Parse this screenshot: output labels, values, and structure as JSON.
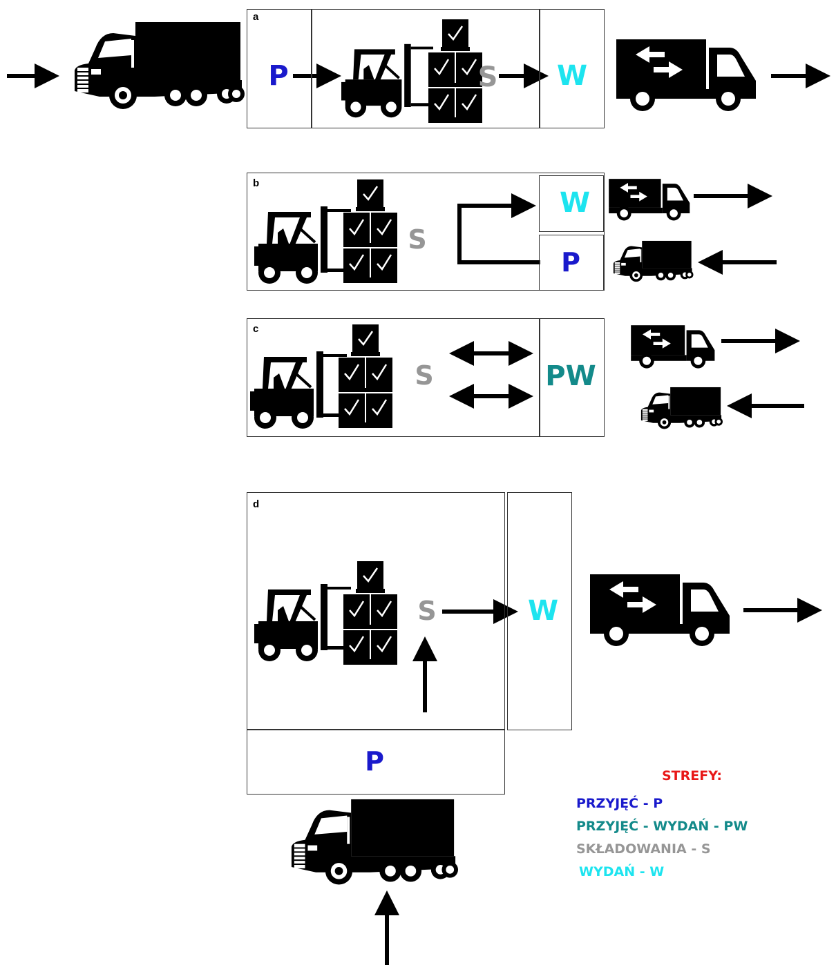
{
  "colors": {
    "przyjec": "#1a1acc",
    "przyjec_wydan": "#138a8a",
    "skladowania": "#969696",
    "wydan": "#1de4ef",
    "strefy": "#e81818",
    "ink": "#000000"
  },
  "icons": [
    "truck-icon",
    "van-icon",
    "forklift-icon",
    "pallet-stack-icon",
    "arrow-icon"
  ],
  "panels": {
    "a": {
      "label": "a",
      "p": "P",
      "s": "S",
      "w": "W"
    },
    "b": {
      "label": "b",
      "s": "S",
      "w": "W",
      "p": "P"
    },
    "c": {
      "label": "c",
      "s": "S",
      "pw": "PW"
    },
    "d": {
      "label": "d",
      "s": "S",
      "w": "W",
      "p": "P"
    }
  },
  "legend": {
    "title": "STREFY:",
    "items": [
      {
        "text": "PRZYJĘĆ - P"
      },
      {
        "text": "PRZYJĘĆ - WYDAŃ - PW"
      },
      {
        "text": "SKŁADOWANIA - S"
      },
      {
        "text": "WYDAŃ - W"
      }
    ]
  }
}
